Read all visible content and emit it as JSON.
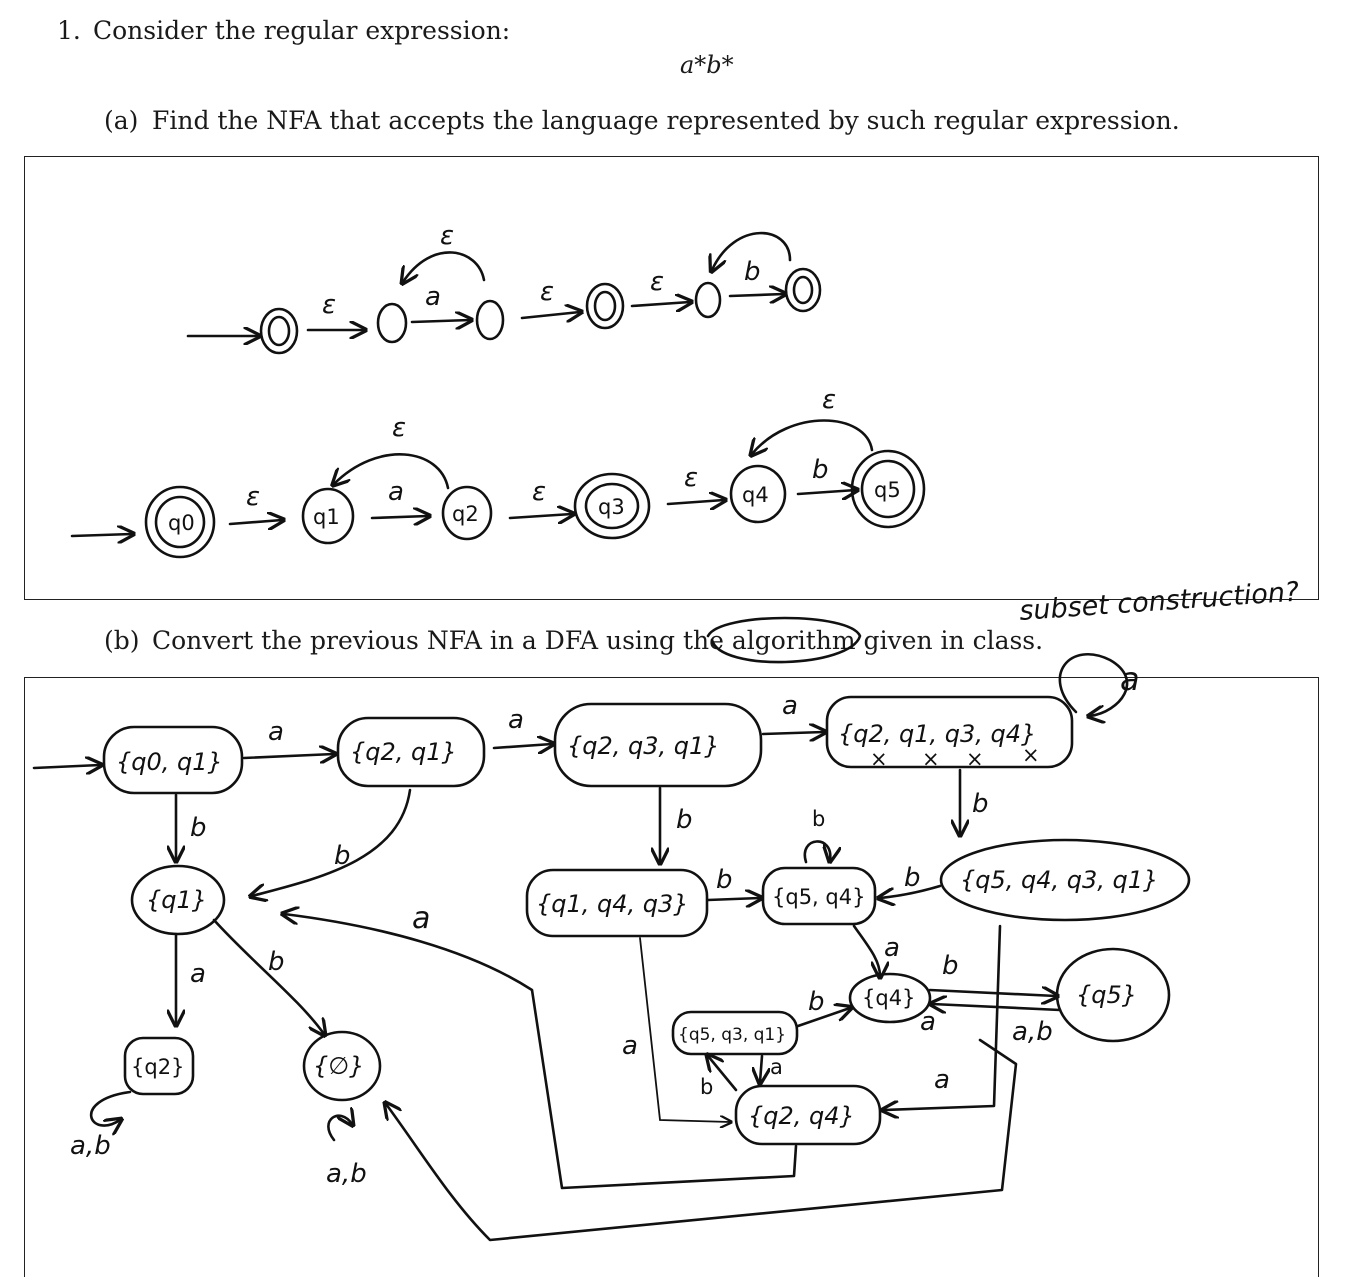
{
  "problem": {
    "number": "1.",
    "prompt": "Consider the regular expression:",
    "regex": "a*b*",
    "part_a": {
      "label": "(a)",
      "text": "Find the NFA that accepts the language represented by such regular expression."
    },
    "part_b": {
      "label": "(b)",
      "text": "Convert the previous NFA in a DFA using the algorithm given in class."
    }
  },
  "annotation": "subset construction?",
  "nfa_draft": {
    "epsilon": "ε",
    "a": "a",
    "b": "b"
  },
  "nfa_labeled": {
    "states": [
      "q0",
      "q1",
      "q2",
      "q3",
      "q4",
      "q5"
    ],
    "epsilon": "ε",
    "a": "a",
    "b": "b"
  },
  "dfa": {
    "states": {
      "s0": "{q0, q1}",
      "s1": "{q2, q1}",
      "s2": "{q2, q3, q1}",
      "s3": "{q2, q1, q3, q4}",
      "s4": "{q1}",
      "s5": "{q1, q4, q3}",
      "s6": "{q5, q4}",
      "s7": "{q5, q4, q3, q1}",
      "s8": "{q2}",
      "s9": "{∅}",
      "s10": "{q4}",
      "s11": "{q5}",
      "s12": "{q5, q3, q1}",
      "s13": "{q2, q4}"
    },
    "a": "a",
    "b": "b",
    "ab": "a,b",
    "x_marks": "×"
  }
}
